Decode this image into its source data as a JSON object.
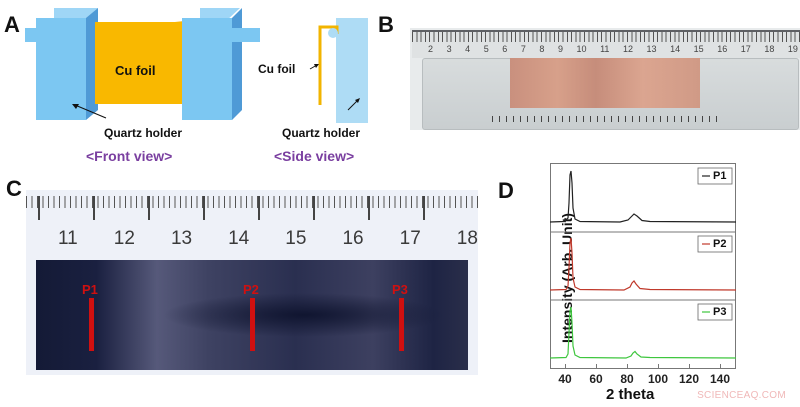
{
  "panels": {
    "A": {
      "label": "A",
      "cu_foil_label": "Cu foil",
      "quartz_holder_label": "Quartz holder",
      "front_view_caption": "<Front view>",
      "side_cu_foil_label": "Cu foil",
      "side_quartz_holder_label": "Quartz holder",
      "side_view_caption": "<Side view>",
      "colors": {
        "holder": "#7cc7f2",
        "holder_dark": "#4f9ad6",
        "foil": "#f9b800",
        "caption": "#7a3fa0"
      }
    },
    "B": {
      "label": "B",
      "ruler_ticks": [
        "2",
        "3",
        "4",
        "5",
        "6",
        "7",
        "8",
        "9",
        "10",
        "11",
        "12",
        "13",
        "14",
        "15",
        "16",
        "17",
        "18",
        "19"
      ],
      "description": "Cu foil in quartz holder on ruler"
    },
    "C": {
      "label": "C",
      "ruler_ticks": [
        "11",
        "12",
        "13",
        "14",
        "15",
        "16",
        "17",
        "18"
      ],
      "markers": [
        {
          "label": "P1"
        },
        {
          "label": "P2"
        },
        {
          "label": "P3"
        }
      ],
      "marker_color": "#d01010"
    },
    "D": {
      "label": "D"
    }
  },
  "chart_data": {
    "type": "line",
    "title": "",
    "xlabel": "2 theta",
    "ylabel": "Intensity (Arb. Unit)",
    "xlim": [
      30,
      150
    ],
    "xticks": [
      "40",
      "60",
      "80",
      "100",
      "120",
      "140"
    ],
    "stacked_panels": 3,
    "grid": false,
    "legend_position": "upper right (per panel)",
    "series": [
      {
        "name": "P1",
        "color": "#222222",
        "peaks": [
          {
            "x": 43.3,
            "rel_height": 1.0
          },
          {
            "x": 95.0,
            "rel_height": 0.1
          }
        ]
      },
      {
        "name": "P2",
        "color": "#c0392b",
        "peaks": [
          {
            "x": 43.3,
            "rel_height": 1.0
          },
          {
            "x": 95.0,
            "rel_height": 0.12
          }
        ]
      },
      {
        "name": "P3",
        "color": "#3ec63e",
        "peaks": [
          {
            "x": 43.3,
            "rel_height": 1.0
          },
          {
            "x": 95.0,
            "rel_height": 0.08
          }
        ]
      }
    ]
  },
  "watermark": "SCIENCEAQ.COM"
}
